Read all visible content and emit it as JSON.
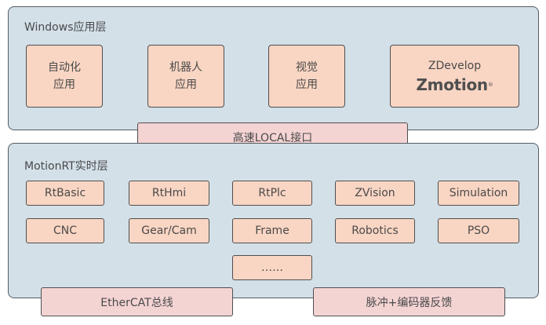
{
  "windows_layer": {
    "title": "Windows应用层",
    "apps": [
      {
        "line1": "自动化",
        "line2": "应用"
      },
      {
        "line1": "机器人",
        "line2": "应用"
      },
      {
        "line1": "视觉",
        "line2": "应用"
      }
    ],
    "zdevelop": {
      "name": "ZDevelop",
      "logo": "Zmotion",
      "mark": "®"
    }
  },
  "local_interface": {
    "label": "高速LOCAL接口"
  },
  "motionrt_layer": {
    "title": "MotionRT实时层",
    "modules_row1": [
      "RtBasic",
      "RtHmi",
      "RtPlc",
      "ZVision",
      "Simulation"
    ],
    "modules_row2": [
      "CNC",
      "Gear/Cam",
      "Frame",
      "Robotics",
      "PSO"
    ],
    "more": "……"
  },
  "bottom_interfaces": {
    "ethercat": "EtherCAT总线",
    "pulse": "脉冲+编码器反馈"
  }
}
